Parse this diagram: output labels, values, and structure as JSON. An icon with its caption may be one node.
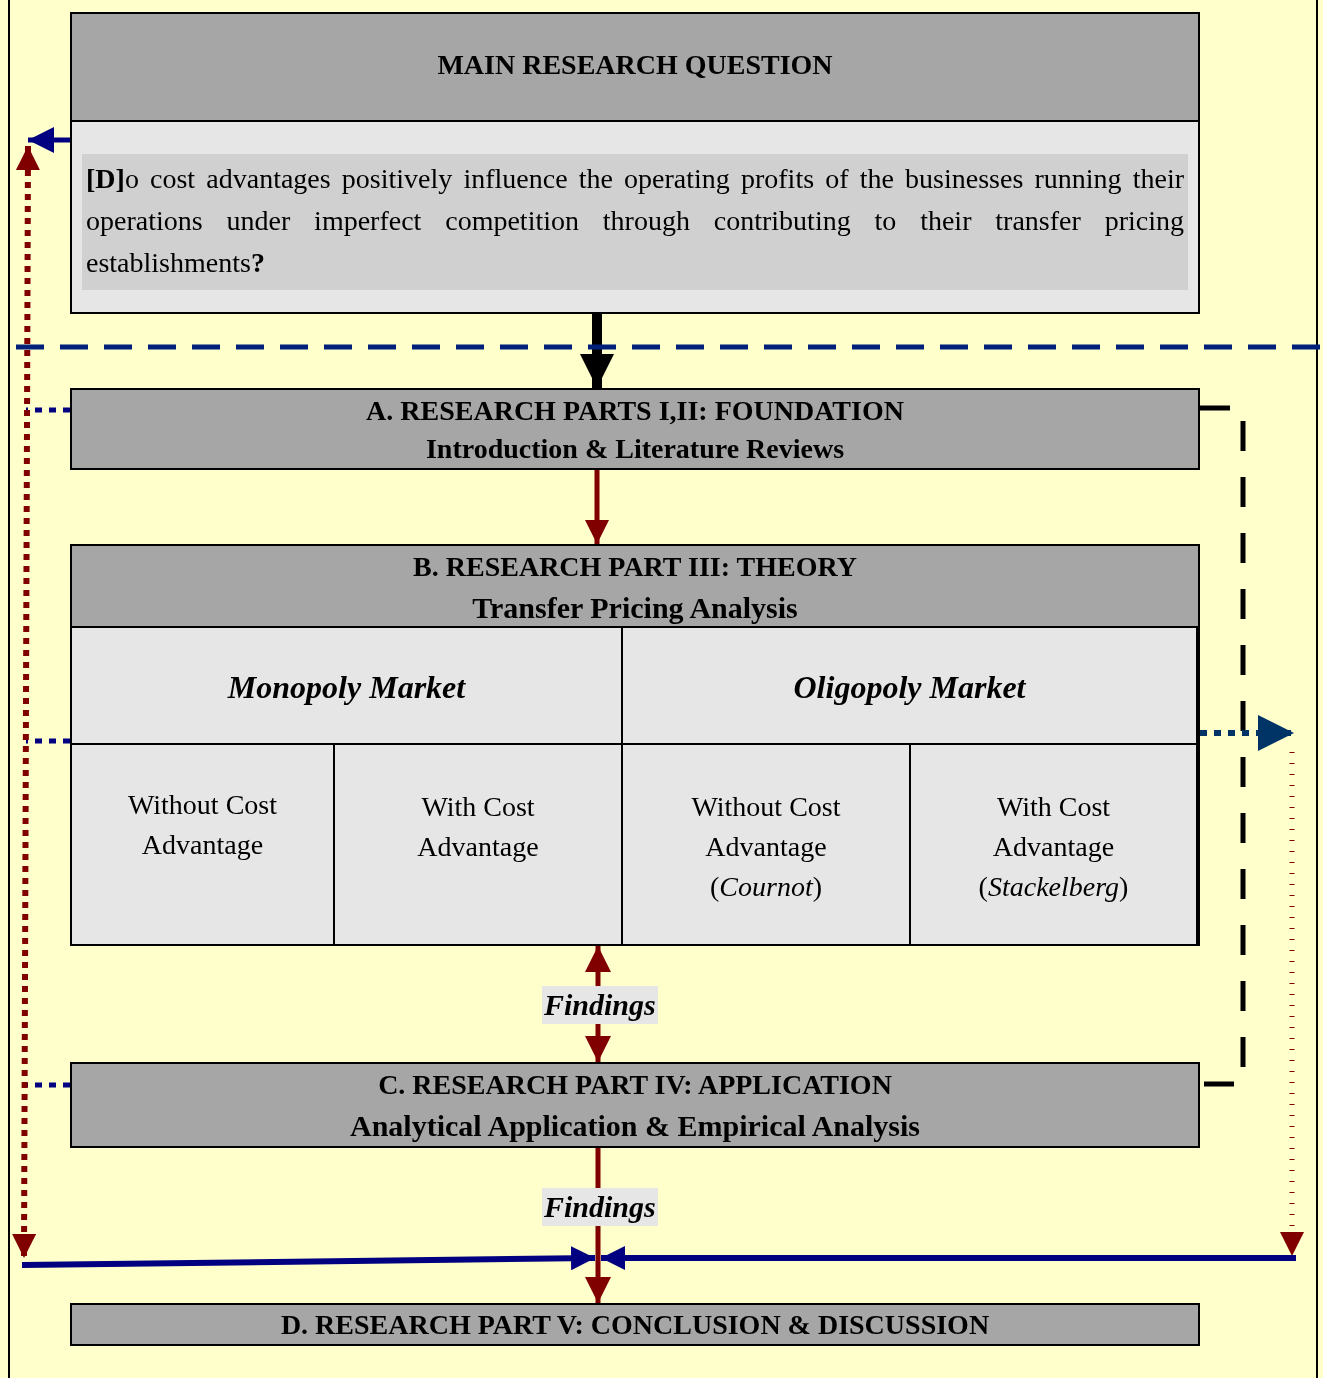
{
  "diagram": {
    "nodes": [
      {
        "text": [
          "MAIN RESEARCH QUESTION",
          "**[D]**o cost advantages positively influence the operating profits of the businesses running their operations under imperfect competition through contributing to their transfer pricing establishments**?**"
        ]
      },
      {
        "text": [
          "A. RESEARCH PARTS I,II: FOUNDATION",
          "Introduction & Literature Reviews"
        ]
      },
      {
        "text": [
          "B. RESEARCH PART III: THEORY",
          "Transfer Pricing Analysis"
        ]
      },
      {
        "text": [
          "Monopoly Market"
        ],
        "in": 2
      },
      {
        "text": [
          "Oligopoly Market"
        ],
        "in": 2
      },
      {
        "text": [
          "Without Cost Advantage"
        ],
        "in": 2
      },
      {
        "text": [
          "With Cost Advantage"
        ],
        "in": 2
      },
      {
        "text": [
          "Without Cost Advantage (*Cournot*)"
        ],
        "in": 2
      },
      {
        "text": [
          "With Cost Advantage (*Stackelberg*)"
        ],
        "in": 2
      },
      {
        "text": [
          "C. RESEARCH PART IV: APPLICATION",
          "Analytical Application & Empirical Analysis"
        ]
      },
      {
        "text": [
          "D. RESEARCH PART V: CONCLUSION & DISCUSSION"
        ]
      }
    ],
    "edges": [
      {
        "from": 0,
        "to": 1,
        "arrow": "to",
        "style": "thick",
        "color": "#000000"
      },
      {
        "from": 1,
        "to": 2,
        "arrow": "to",
        "color": "#800000"
      },
      {
        "from": 2,
        "to": 9,
        "arrow": "both",
        "label": "Findings",
        "color": "#800000"
      },
      {
        "from": 9,
        "to": 10,
        "arrow": "to",
        "label": "Findings",
        "color": "#800000"
      },
      {
        "from": 0,
        "to": null,
        "arrow": "to"
      },
      {
        "from": 1,
        "to": null,
        "arrow": "none",
        "style": "dashed"
      },
      {
        "from": 2,
        "to": null,
        "arrow": "none",
        "style": "dashed"
      },
      {
        "from": 9,
        "to": null,
        "arrow": "none",
        "style": "dashed"
      },
      {
        "from": 1,
        "to": 9,
        "arrow": "none",
        "style": "dashed",
        "color": "#000000"
      },
      {
        "from": 2,
        "to": null,
        "arrow": "to",
        "style": "dashed",
        "color": "#003366"
      }
    ]
  }
}
